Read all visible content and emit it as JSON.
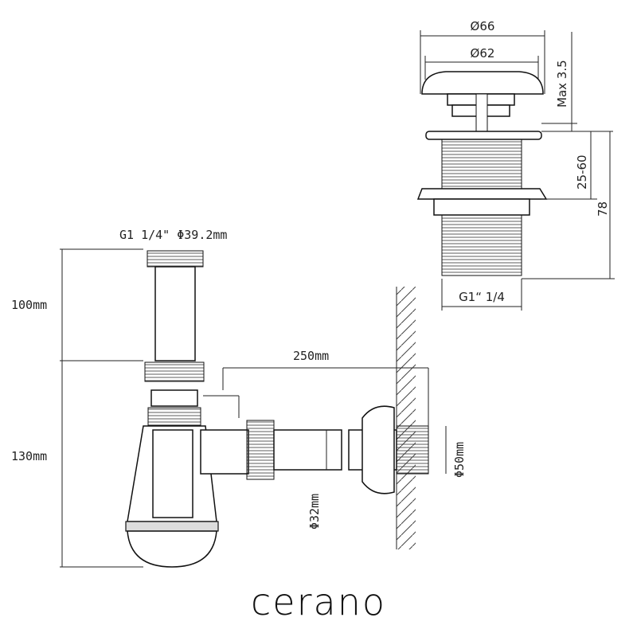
{
  "waste_valve": {
    "dia_outer": "Ø66",
    "dia_inner": "Ø62",
    "max_height": "Max 3.5",
    "clamp_range": "25-60",
    "total_height": "78",
    "thread": "G1“ 1/4"
  },
  "siphon": {
    "inlet_spec": "G1 1/4\" Φ39.2mm",
    "tail_height": "100mm",
    "body_height": "130mm",
    "length": "250mm",
    "wall_dia": "Φ50mm",
    "pipe_dia": "Φ32mm"
  },
  "brand": "cerano"
}
